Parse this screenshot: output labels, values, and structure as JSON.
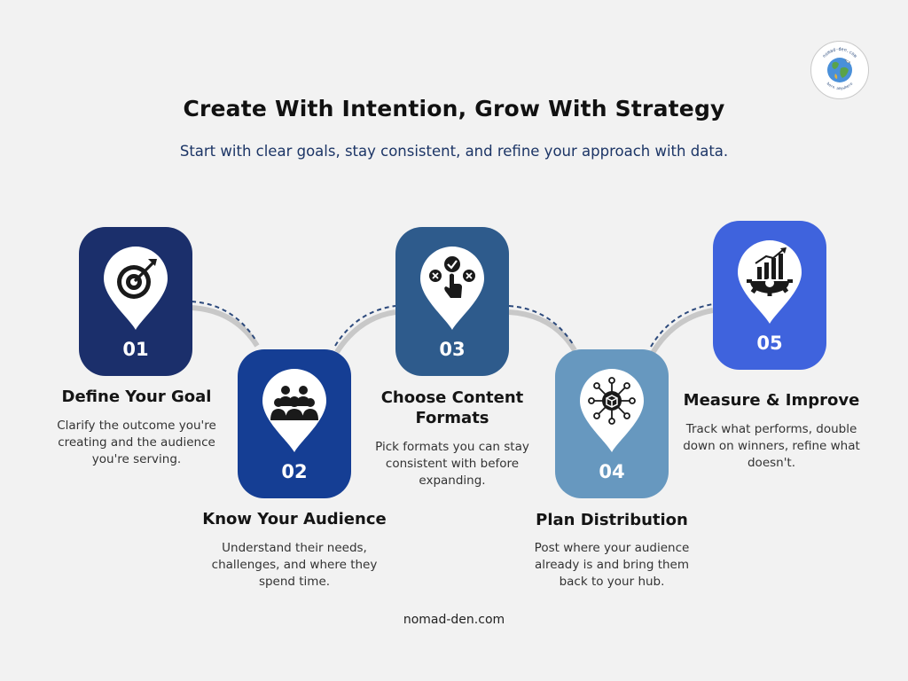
{
  "header": {
    "title": "Create With Intention, Grow With Strategy",
    "subtitle": "Start with clear goals, stay consistent, and refine your approach with data."
  },
  "logo": {
    "ring_text": "nomad-den.com",
    "tagline": "born anywhere"
  },
  "colors": {
    "step1": "#1b2f6b",
    "step2": "#153e94",
    "step3": "#2e5b8c",
    "step4": "#6798bf",
    "step5": "#3f63dd",
    "connector": "#2d4a7c"
  },
  "steps": [
    {
      "number": "01",
      "title": "Define Your Goal",
      "description": "Clarify the outcome you're creating and the audience you're serving.",
      "icon": "target-icon"
    },
    {
      "number": "02",
      "title": "Know Your Audience",
      "description": "Understand their needs, challenges, and where they spend time.",
      "icon": "audience-icon"
    },
    {
      "number": "03",
      "title": "Choose Content Formats",
      "description": "Pick formats you can stay consistent with before expanding.",
      "icon": "choice-icon"
    },
    {
      "number": "04",
      "title": "Plan Distribution",
      "description": "Post where your audience already is and bring them back to your hub.",
      "icon": "network-icon"
    },
    {
      "number": "05",
      "title": "Measure & Improve",
      "description": "Track what performs, double down on winners, refine what doesn't.",
      "icon": "growth-icon"
    }
  ],
  "footer": {
    "website": "nomad-den.com"
  }
}
